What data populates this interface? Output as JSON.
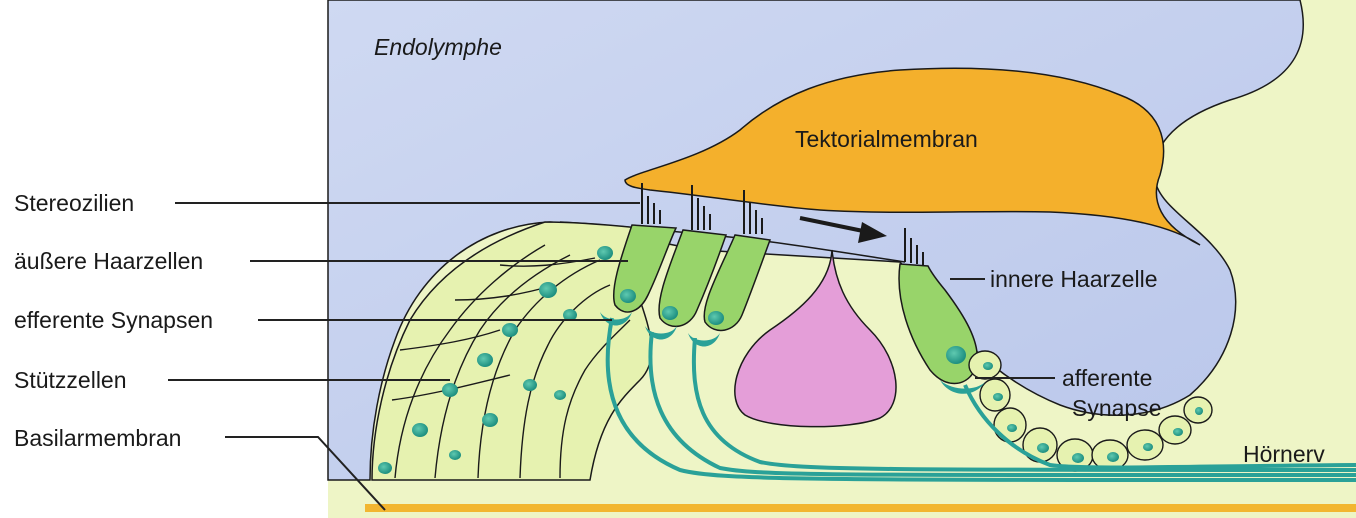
{
  "labels": {
    "endolymphe": "Endolymphe",
    "tektorialmembran": "Tektorialmembran",
    "stereozilien": "Stereozilien",
    "aeussere_haarzellen": "äußere Haarzellen",
    "efferente_synapsen": "efferente Synapsen",
    "stuetzzellen": "Stützzellen",
    "basilarmembran": "Basilarmembran",
    "innere_haarzelle": "innere Haarzelle",
    "afferente_synapse_line1": "afferente",
    "afferente_synapse_line2": "Synapse",
    "hoernerv": "Hörnerv"
  },
  "colors": {
    "endolymph": "#c3cfec",
    "perilymph": "#eef5c6",
    "tectorial": "#f4b02c",
    "hair_cell": "#98d46a",
    "support_cell": "#e6f2b0",
    "nucleus": "#2aa68e",
    "nerve": "#2aa198",
    "tunnel": "#e49ed8",
    "basilar": "#f2b630"
  }
}
